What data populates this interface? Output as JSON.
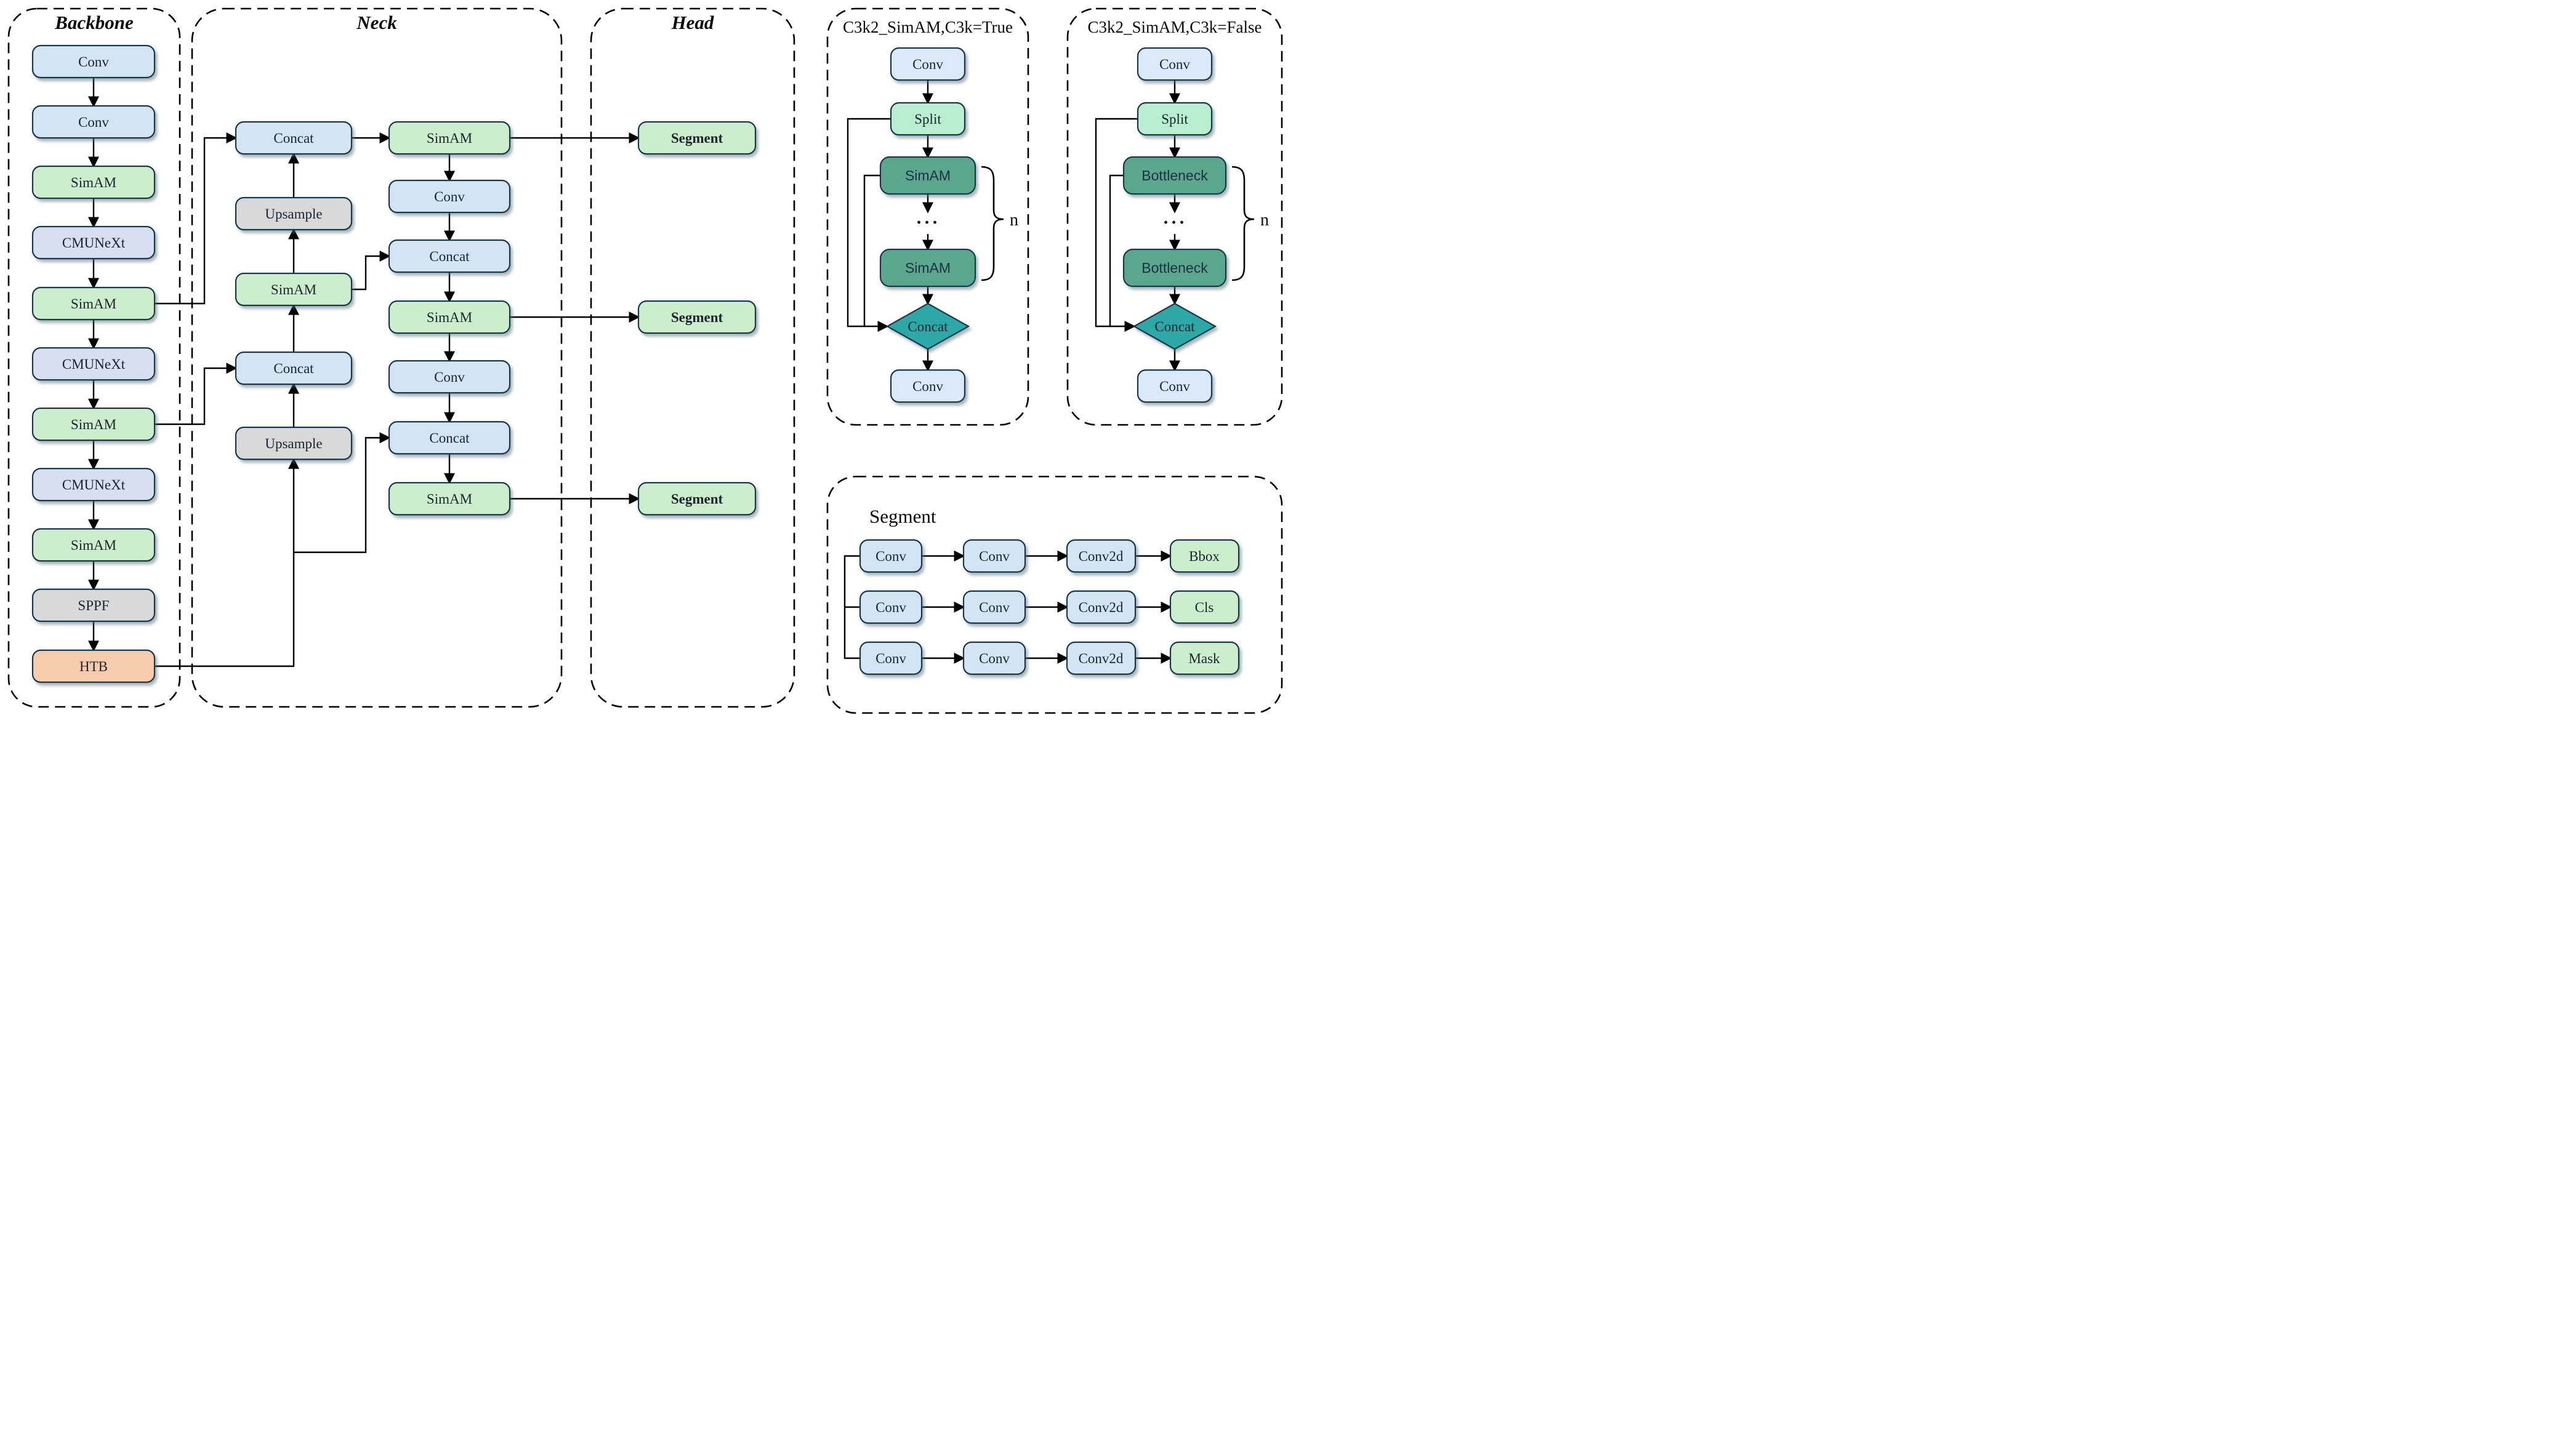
{
  "figure": {
    "kind": "model-architecture-diagram"
  },
  "colors": {
    "blue": "#d3e5f5",
    "green": "#cdeecd",
    "lavender": "#d8dff0",
    "gray": "#d9d9d9",
    "orange": "#f9cbad",
    "detail_blue": "#dbe9fa",
    "mint": "#b9efd0",
    "deep_green": "#5aa78e",
    "teal": "#2fa7a7",
    "border": "#16394f",
    "line": "#000000"
  },
  "panels": {
    "backbone": {
      "title": "Backbone",
      "blocks": [
        {
          "label": "Conv"
        },
        {
          "label": "Conv"
        },
        {
          "label": "SimAM"
        },
        {
          "label": "CMUNeXt"
        },
        {
          "label": "SimAM"
        },
        {
          "label": "CMUNeXt"
        },
        {
          "label": "SimAM"
        },
        {
          "label": "CMUNeXt"
        },
        {
          "label": "SimAM"
        },
        {
          "label": "SPPF"
        },
        {
          "label": "HTB"
        }
      ]
    },
    "neck": {
      "title": "Neck",
      "left": [
        {
          "label": "Concat"
        },
        {
          "label": "Upsample"
        },
        {
          "label": "SimAM"
        },
        {
          "label": "Concat"
        },
        {
          "label": "Upsample"
        }
      ],
      "right": [
        {
          "label": "SimAM"
        },
        {
          "label": "Conv"
        },
        {
          "label": "Concat"
        },
        {
          "label": "SimAM"
        },
        {
          "label": "Conv"
        },
        {
          "label": "Concat"
        },
        {
          "label": "SimAM"
        }
      ]
    },
    "head": {
      "title": "Head",
      "blocks": [
        {
          "label": "Segment"
        },
        {
          "label": "Segment"
        },
        {
          "label": "Segment"
        }
      ]
    },
    "c3k2_true": {
      "title": "C3k2_SimAM,C3k=True",
      "conv_in": "Conv",
      "split": "Split",
      "unit_top": "SimAM",
      "dots": "···",
      "unit_bottom": "SimAM",
      "merge": "Concat",
      "conv_out": "Conv",
      "repeat_label": "n"
    },
    "c3k2_false": {
      "title": "C3k2_SimAM,C3k=False",
      "conv_in": "Conv",
      "split": "Split",
      "unit_top": "Bottleneck",
      "dots": "···",
      "unit_bottom": "Bottleneck",
      "merge": "Concat",
      "conv_out": "Conv",
      "repeat_label": "n"
    },
    "segment_detail": {
      "title": "Segment",
      "rows": [
        {
          "cells": [
            {
              "label": "Conv"
            },
            {
              "label": "Conv"
            },
            {
              "label": "Conv2d"
            },
            {
              "label": "Bbox"
            }
          ]
        },
        {
          "cells": [
            {
              "label": "Conv"
            },
            {
              "label": "Conv"
            },
            {
              "label": "Conv2d"
            },
            {
              "label": "Cls"
            }
          ]
        },
        {
          "cells": [
            {
              "label": "Conv"
            },
            {
              "label": "Conv"
            },
            {
              "label": "Conv2d"
            },
            {
              "label": "Mask"
            }
          ]
        }
      ]
    }
  }
}
